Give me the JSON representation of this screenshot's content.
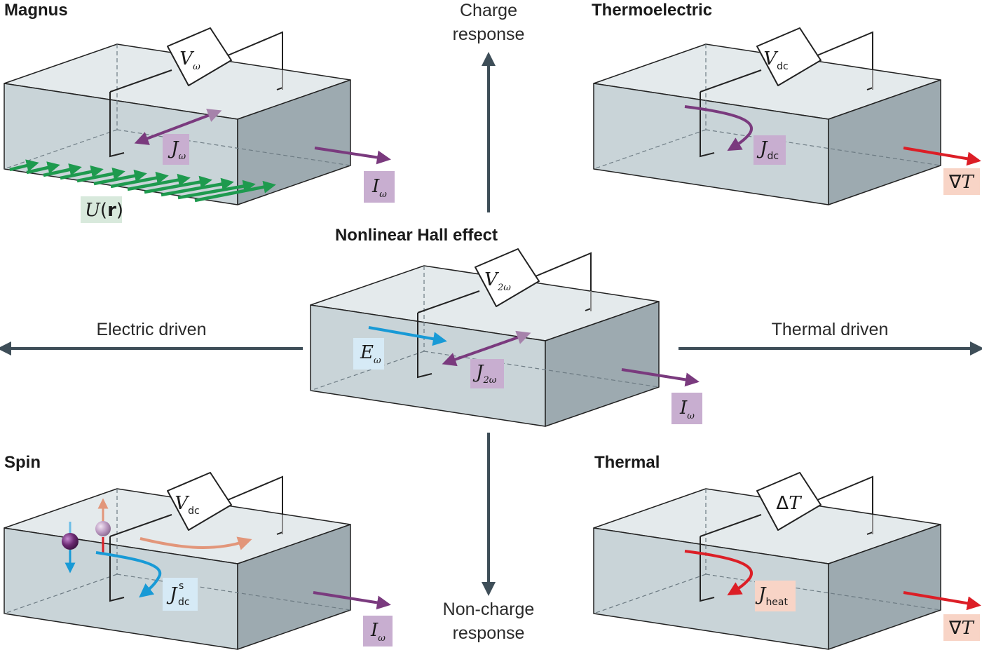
{
  "axes": {
    "up": [
      "Charge",
      "response"
    ],
    "down": [
      "Non-charge",
      "response"
    ],
    "left": "Electric driven",
    "right": "Thermal driven"
  },
  "panels": {
    "magnus": {
      "title": "Magnus",
      "meter": {
        "main": "V",
        "sub": "ω"
      },
      "current_label": {
        "main": "J",
        "sub": "ω"
      },
      "input_label": {
        "main": "I",
        "sub": "ω"
      },
      "potential_label": {
        "main": "U",
        "open": "(",
        "bold": "r",
        "close": ")"
      }
    },
    "thermoelectric": {
      "title": "Thermoelectric",
      "meter": {
        "main": "V",
        "sub": "dc"
      },
      "current_label": {
        "main": "J",
        "sub": "dc"
      },
      "gradient_label": {
        "prefix": "∇",
        "main": "T"
      }
    },
    "nonlinear_hall": {
      "title": "Nonlinear Hall effect",
      "meter": {
        "main": "V",
        "sub": "2ω"
      },
      "field_label": {
        "main": "E",
        "sub": "ω"
      },
      "current_label": {
        "main": "J",
        "sub": "2ω"
      },
      "input_label": {
        "main": "I",
        "sub": "ω"
      }
    },
    "spin": {
      "title": "Spin",
      "meter": {
        "main": "V",
        "sub": "dc"
      },
      "current_label": {
        "main": "J",
        "sub": "dc",
        "sup": "s"
      },
      "input_label": {
        "main": "I",
        "sub": "ω"
      }
    },
    "thermal": {
      "title": "Thermal",
      "meter": {
        "prefix": "Δ",
        "main": "T"
      },
      "current_label": {
        "main": "J",
        "sub": "heat"
      },
      "gradient_label": {
        "prefix": "∇",
        "main": "T"
      }
    }
  },
  "colors": {
    "box_top": "#e4eaec",
    "box_front": "#c9d4d8",
    "box_side": "#9daab0",
    "axis_arrow": "#3e4e58",
    "purple": "#7a3a7e",
    "purple_label_bg": "#c8aed0",
    "green": "#1e9a4e",
    "green_label_bg": "#d8e9dc",
    "blue": "#189ad6",
    "blue_label_bg": "#d6eaf6",
    "red": "#dc1e26",
    "red_label_bg": "#f8d4c6",
    "orange": "#e2967a"
  }
}
